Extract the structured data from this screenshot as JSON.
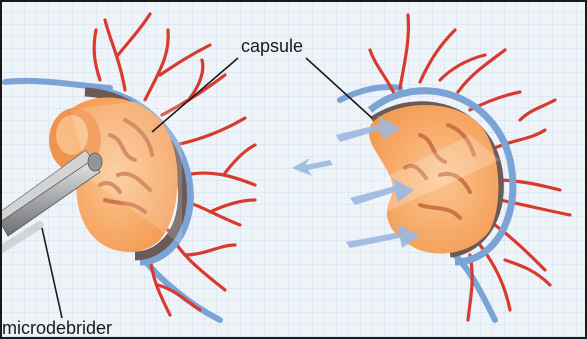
{
  "labels": {
    "capsule": "capsule",
    "instrument": "microdebrider"
  },
  "colors": {
    "background": "#eef3f8",
    "grid": "#c9d8e6",
    "frame": "#1a1a1a",
    "capsule_blue": "#7aa3d6",
    "capsule_dark": "#6b5a55",
    "vessel_red": "#d93a2e",
    "tissue_orange": "#f7a35c",
    "tissue_light": "#fbc690",
    "tissue_dark": "#c66a3d",
    "arrow_blue": "#9db8e0",
    "instrument_gray": "#a7a9ac",
    "leader_line": "#1a1a1a"
  },
  "icons": {
    "left_panel": "tonsil-intracapsular-debridement-illustration",
    "right_panel": "tonsil-capsule-expansion-illustration",
    "instrument": "microdebrider-icon"
  }
}
